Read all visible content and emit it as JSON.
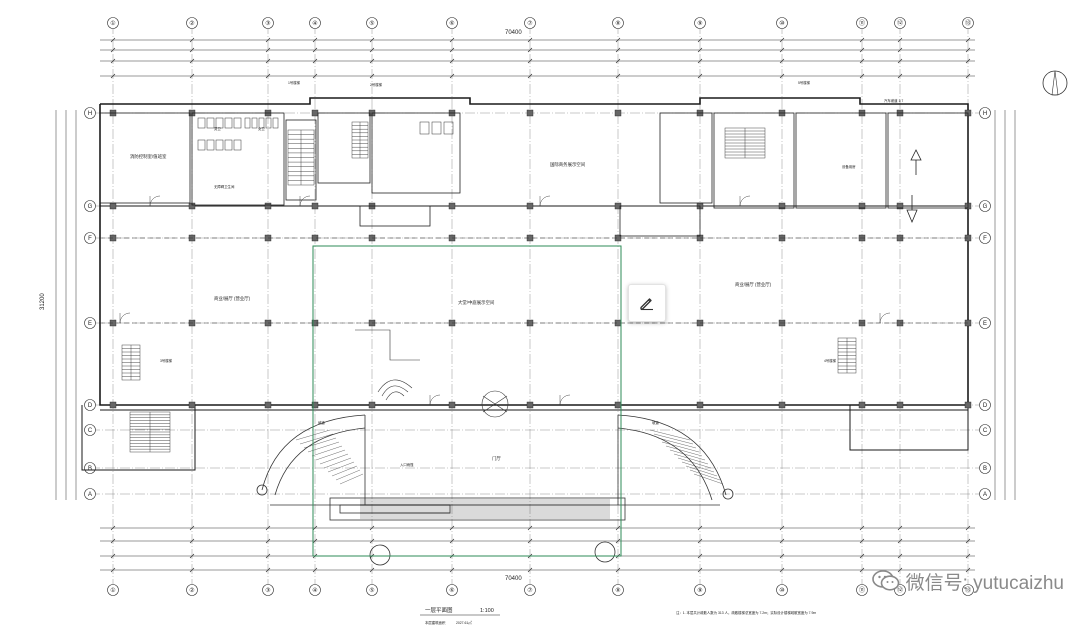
{
  "drawing": {
    "title": "一层平面图",
    "scale": "1:100",
    "area": "2027.61㎡",
    "area_prefix": "本层建筑面积",
    "note": "注：1. 本层共计疏散人数为 313 人。疏散楼梯总宽度为 7.2m；实际设计楼梯疏散宽度为 7.9m",
    "overall_width": "70400",
    "overall_depth": "31200"
  },
  "axes_top": [
    "①",
    "②",
    "③",
    "④",
    "⑤",
    "⑥",
    "⑦",
    "⑧",
    "⑨",
    "⑩",
    "⑪",
    "⑫",
    "⑬"
  ],
  "axes_side": [
    "H",
    "G",
    "F",
    "E",
    "D",
    "C",
    "B",
    "A"
  ],
  "rooms": {
    "office_left": "消防控制室/值班室",
    "toilet_m": "男卫",
    "toilet_f": "女卫",
    "accessible": "无障碍卫生间",
    "stair_1": "1号楼梯",
    "stair_2": "2号楼梯",
    "stair_3": "3号楼梯",
    "stair_4": "4号楼梯",
    "stair_5": "5号楼梯",
    "hall_left": "商业/展厅 (营业厅)",
    "hall_center": "大堂/中庭展示空间",
    "hall_right": "商业/展厅 (营业厅)",
    "hall_top_mid": "国际商务展示空间",
    "lobby": "门厅",
    "ramp_left": "坡道",
    "ramp_right": "坡道",
    "entry_canopy": "入口雨篷",
    "parking_ramp": "汽车坡道 1:7",
    "equipment": "设备用房"
  },
  "edit_button": {
    "icon": "pencil-icon"
  },
  "watermark": {
    "text": "微信号: yutucaizhu",
    "icon": "wechat-icon"
  }
}
